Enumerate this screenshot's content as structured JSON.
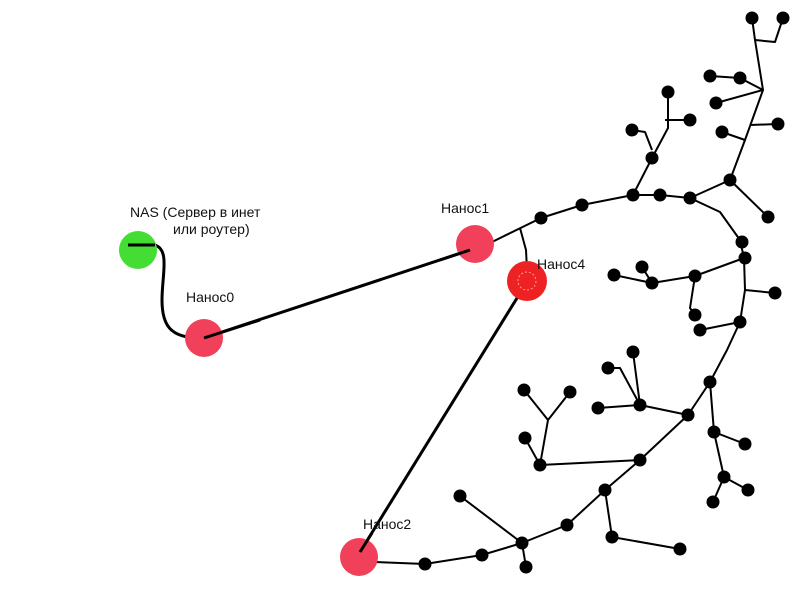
{
  "nodes": {
    "nas": {
      "label_line1": "NAS (Сервер в инет",
      "label_line2": "или роутер)",
      "color": "#44dd33"
    },
    "nanos0": {
      "label": "Нанос0",
      "color": "#f0405a"
    },
    "nanos1": {
      "label": "Нанос1",
      "color": "#f0405a"
    },
    "nanos2": {
      "label": "Нанос2",
      "color": "#f0405a"
    },
    "nanos4": {
      "label": "Нанос4",
      "color": "#ee2222"
    }
  },
  "colors": {
    "link": "#000000",
    "client": "#000000"
  }
}
